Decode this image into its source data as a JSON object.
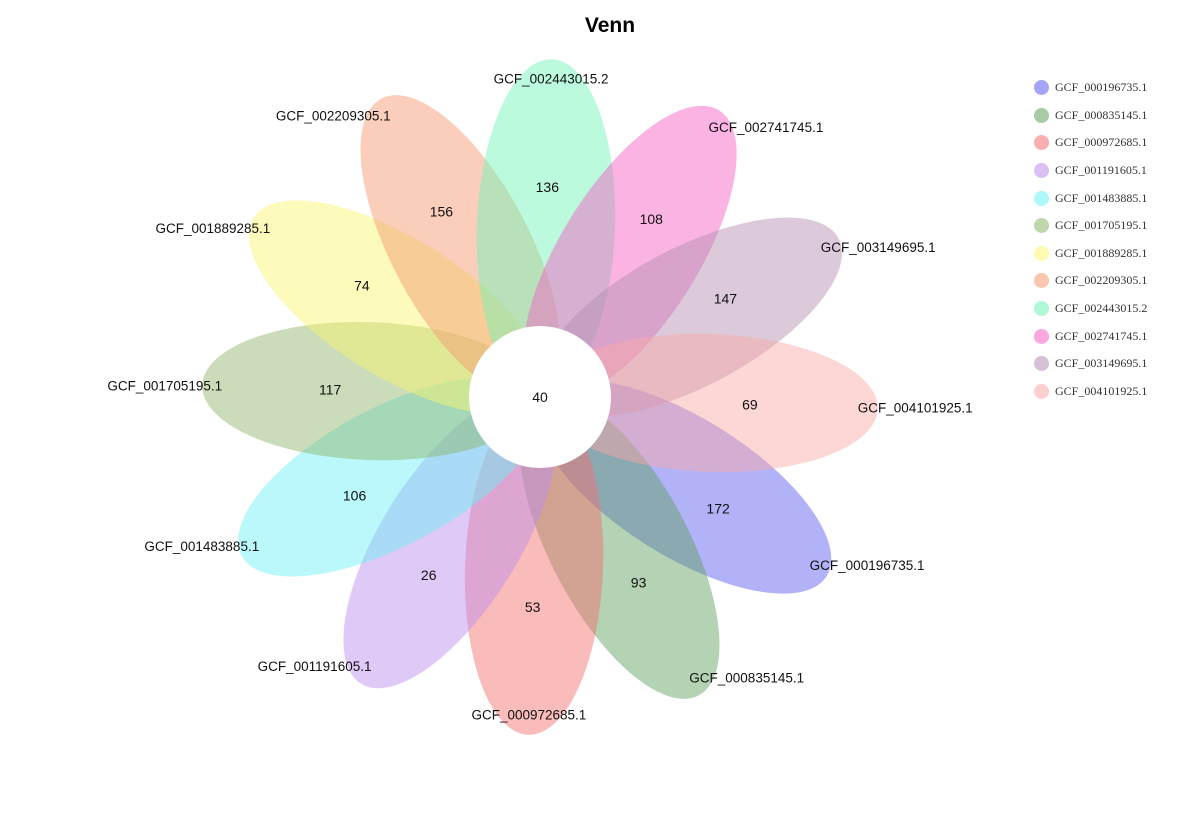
{
  "title": "Venn",
  "chart_data": {
    "type": "venn",
    "title": "Venn",
    "center": {
      "value": 40
    },
    "sets": [
      {
        "name": "GCF_000196735.1",
        "unique": 172,
        "color": "#5b5bf2"
      },
      {
        "name": "GCF_000835145.1",
        "unique": 93,
        "color": "#5f9f5f"
      },
      {
        "name": "GCF_000972685.1",
        "unique": 53,
        "color": "#f46e6e"
      },
      {
        "name": "GCF_001191605.1",
        "unique": 26,
        "color": "#bb8ceb"
      },
      {
        "name": "GCF_001483885.1",
        "unique": 106,
        "color": "#6cf1f6"
      },
      {
        "name": "GCF_001705195.1",
        "unique": 117,
        "color": "#8fb56b"
      },
      {
        "name": "GCF_001889285.1",
        "unique": 74,
        "color": "#f9f76f"
      },
      {
        "name": "GCF_002209305.1",
        "unique": 156,
        "color": "#f4976f"
      },
      {
        "name": "GCF_002443015.2",
        "unique": 136,
        "color": "#6ff4b7"
      },
      {
        "name": "GCF_002741745.1",
        "unique": 108,
        "color": "#f45ec3"
      },
      {
        "name": "GCF_003149695.1",
        "unique": 147,
        "color": "#b58fb1"
      },
      {
        "name": "GCF_004101925.1",
        "unique": 69,
        "color": "#fba8a8"
      }
    ],
    "legend_position": "top-right"
  }
}
